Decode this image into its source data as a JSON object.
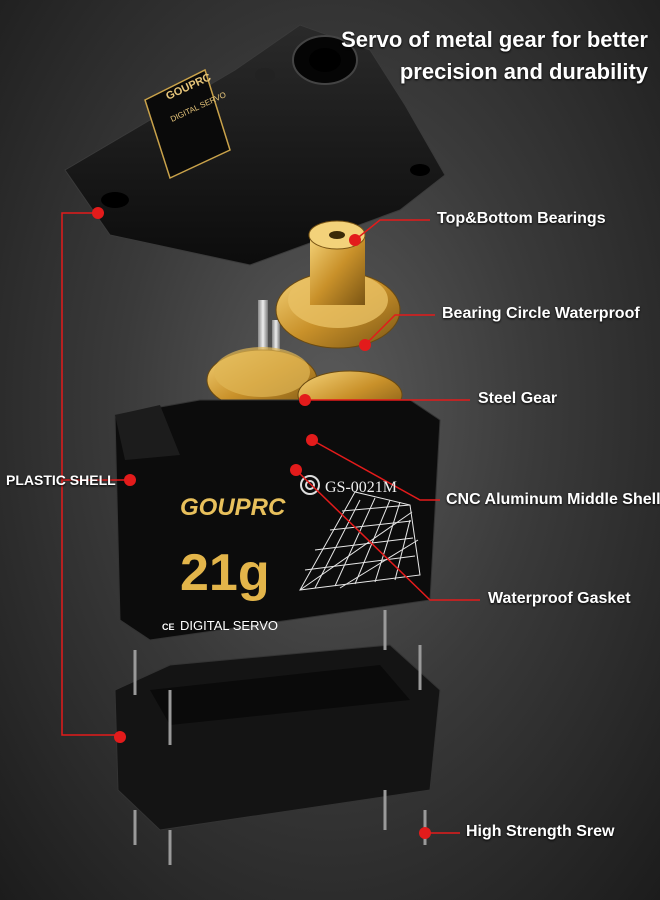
{
  "headline": {
    "line1": "Servo of metal gear for better",
    "line2": "precision and durability"
  },
  "product": {
    "brand": "GOUPRC",
    "type": "DIGITAL SERVO",
    "model": "GS-0021M",
    "weight": "21g",
    "cert": "CE"
  },
  "callouts": {
    "top_bearings": "Top&Bottom Bearings",
    "bearing_circle": "Bearing Circle Waterproof",
    "steel_gear": "Steel Gear",
    "cnc_shell": "CNC Aluminum Middle Shell",
    "gasket": "Waterproof Gasket",
    "plastic_shell": "PLASTIC SHELL",
    "screw": "High Strength Srew"
  },
  "colors": {
    "callout": "#e31b1b",
    "gold": "#d4a23a",
    "shell": "#151515",
    "text": "#ffffff"
  }
}
